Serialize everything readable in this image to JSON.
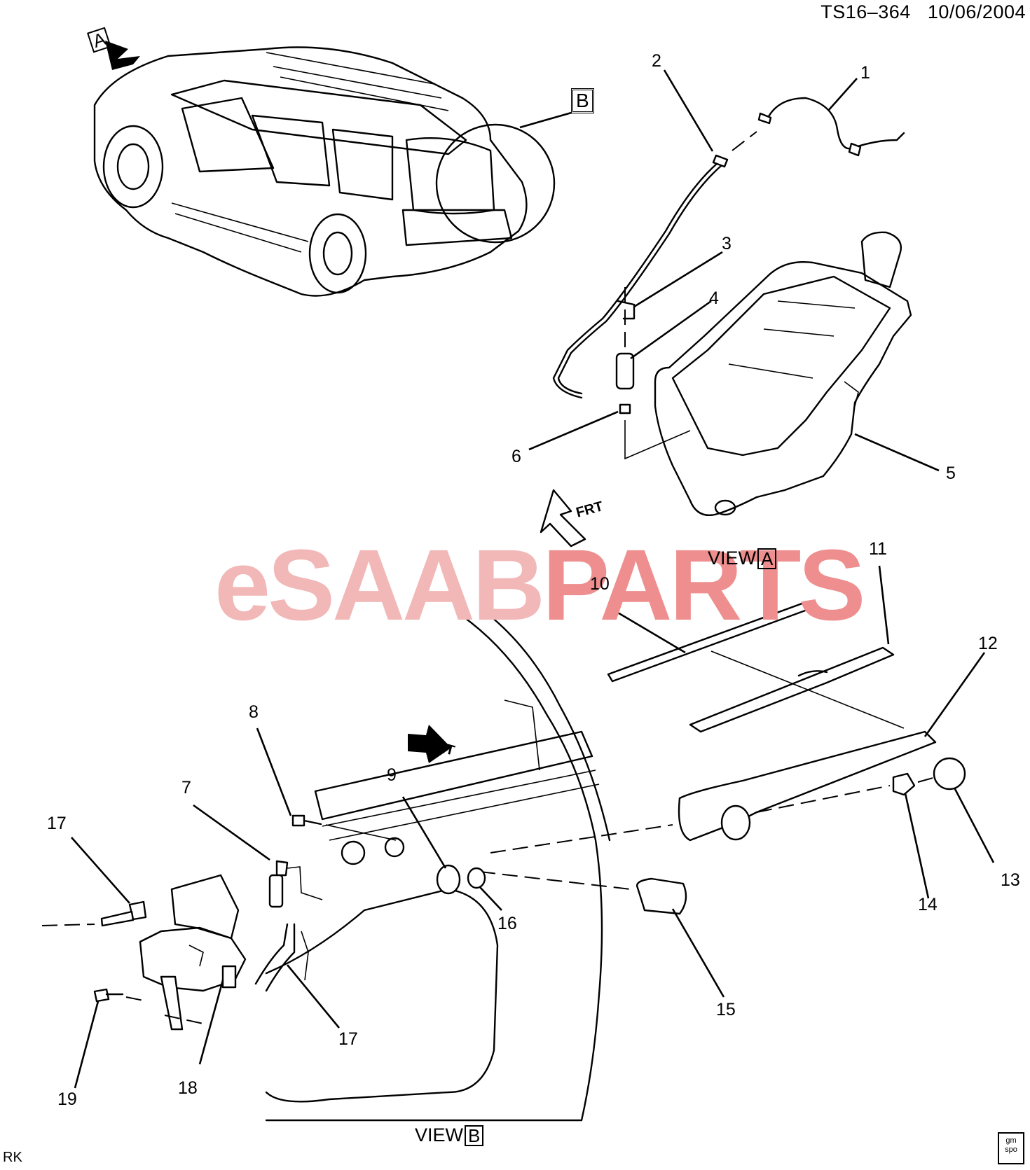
{
  "header": {
    "doc_id": "TS16–364",
    "date": "10/06/2004"
  },
  "views": {
    "view_a": {
      "word": "VIEW",
      "tag": "A"
    },
    "view_b": {
      "word": "VIEW",
      "tag": "B"
    }
  },
  "callouts": {
    "a": "A",
    "b": "B"
  },
  "direction": {
    "frt": "FRT"
  },
  "watermark": {
    "part1": "eSAAB",
    "part2": "PARTS",
    "color_light": "#f2b7b7",
    "color_dark": "#ee8e8e"
  },
  "corner": {
    "code": "RK",
    "logo_line1": "gm",
    "logo_line2": "spo"
  },
  "part_labels": [
    {
      "id": "p1",
      "text": "1"
    },
    {
      "id": "p2",
      "text": "2"
    },
    {
      "id": "p3",
      "text": "3"
    },
    {
      "id": "p4",
      "text": "4"
    },
    {
      "id": "p5",
      "text": "5"
    },
    {
      "id": "p6",
      "text": "6"
    },
    {
      "id": "p7",
      "text": "7"
    },
    {
      "id": "p8",
      "text": "8"
    },
    {
      "id": "p9",
      "text": "9"
    },
    {
      "id": "p10",
      "text": "10"
    },
    {
      "id": "p11",
      "text": "11"
    },
    {
      "id": "p12",
      "text": "12"
    },
    {
      "id": "p13",
      "text": "13"
    },
    {
      "id": "p14",
      "text": "14"
    },
    {
      "id": "p15",
      "text": "15"
    },
    {
      "id": "p16",
      "text": "16"
    },
    {
      "id": "p17a",
      "text": "17"
    },
    {
      "id": "p17b",
      "text": "17"
    },
    {
      "id": "p18",
      "text": "18"
    },
    {
      "id": "p19",
      "text": "19"
    }
  ]
}
